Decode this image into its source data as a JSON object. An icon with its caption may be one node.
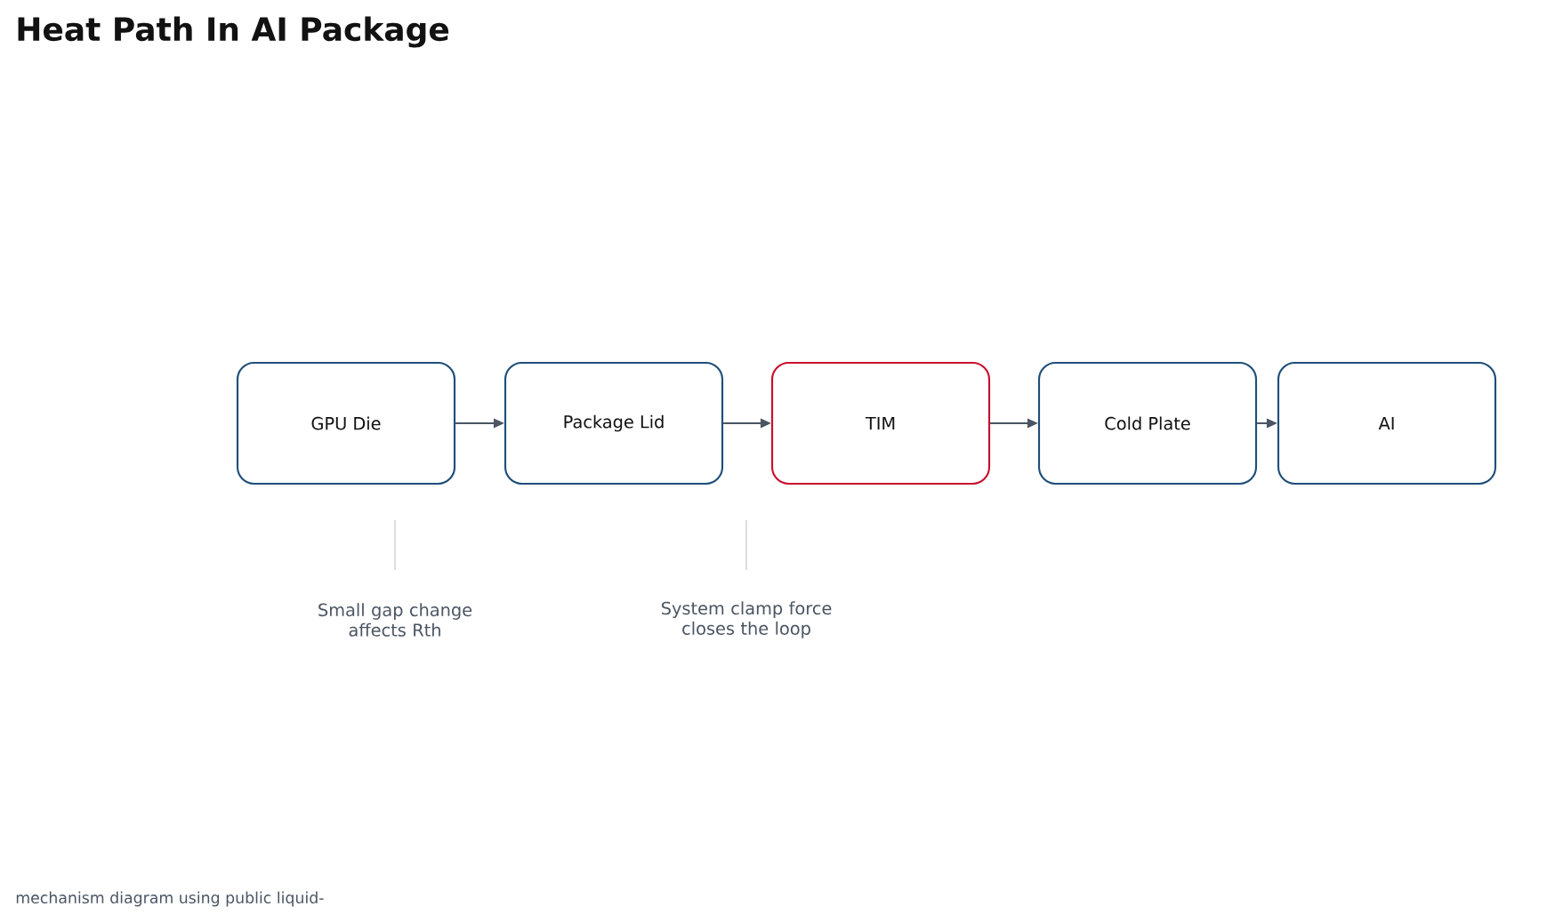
{
  "diagram": {
    "title": "Heat Path In AI Package",
    "caption": "mechanism diagram using public liquid-",
    "nodes": [
      {
        "text": [
          "GPU Die"
        ]
      },
      {
        "text": [
          "Package Lid"
        ]
      },
      {
        "text": [
          "TIM"
        ]
      },
      {
        "text": [
          "Cold Plate"
        ]
      },
      {
        "text": [
          "AI"
        ]
      }
    ],
    "edges": [
      {
        "from": 0,
        "to": 1,
        "arrow": "to"
      },
      {
        "from": 1,
        "to": 2,
        "arrow": "to"
      },
      {
        "from": 2,
        "to": 3,
        "arrow": "to"
      },
      {
        "from": 3,
        "to": 4,
        "arrow": "to"
      }
    ],
    "labels": [
      "Small gap change affects Rth",
      "System clamp force closes the loop"
    ]
  }
}
